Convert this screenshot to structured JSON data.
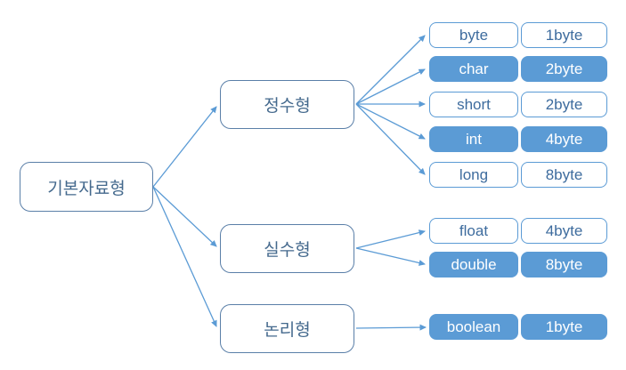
{
  "colors": {
    "accent_blue": "#5B9BD5",
    "node_border": "#5A7FA8",
    "white_box_text": "#3E6C9E",
    "node_text": "#44698D",
    "blue_box_text": "#ffffff"
  },
  "root": {
    "label": "기본자료형"
  },
  "categories": [
    {
      "id": "integer",
      "label": "정수형"
    },
    {
      "id": "floating",
      "label": "실수형"
    },
    {
      "id": "logical",
      "label": "논리형"
    }
  ],
  "leaves": [
    {
      "name": "byte",
      "size": "1byte",
      "variant": "white",
      "parent": "정수형"
    },
    {
      "name": "char",
      "size": "2byte",
      "variant": "blue",
      "parent": "정수형"
    },
    {
      "name": "short",
      "size": "2byte",
      "variant": "white",
      "parent": "정수형"
    },
    {
      "name": "int",
      "size": "4byte",
      "variant": "blue",
      "parent": "정수형"
    },
    {
      "name": "long",
      "size": "8byte",
      "variant": "white",
      "parent": "정수형"
    },
    {
      "name": "float",
      "size": "4byte",
      "variant": "white",
      "parent": "실수형"
    },
    {
      "name": "double",
      "size": "8byte",
      "variant": "blue",
      "parent": "실수형"
    },
    {
      "name": "boolean",
      "size": "1byte",
      "variant": "blue",
      "parent": "논리형"
    }
  ]
}
